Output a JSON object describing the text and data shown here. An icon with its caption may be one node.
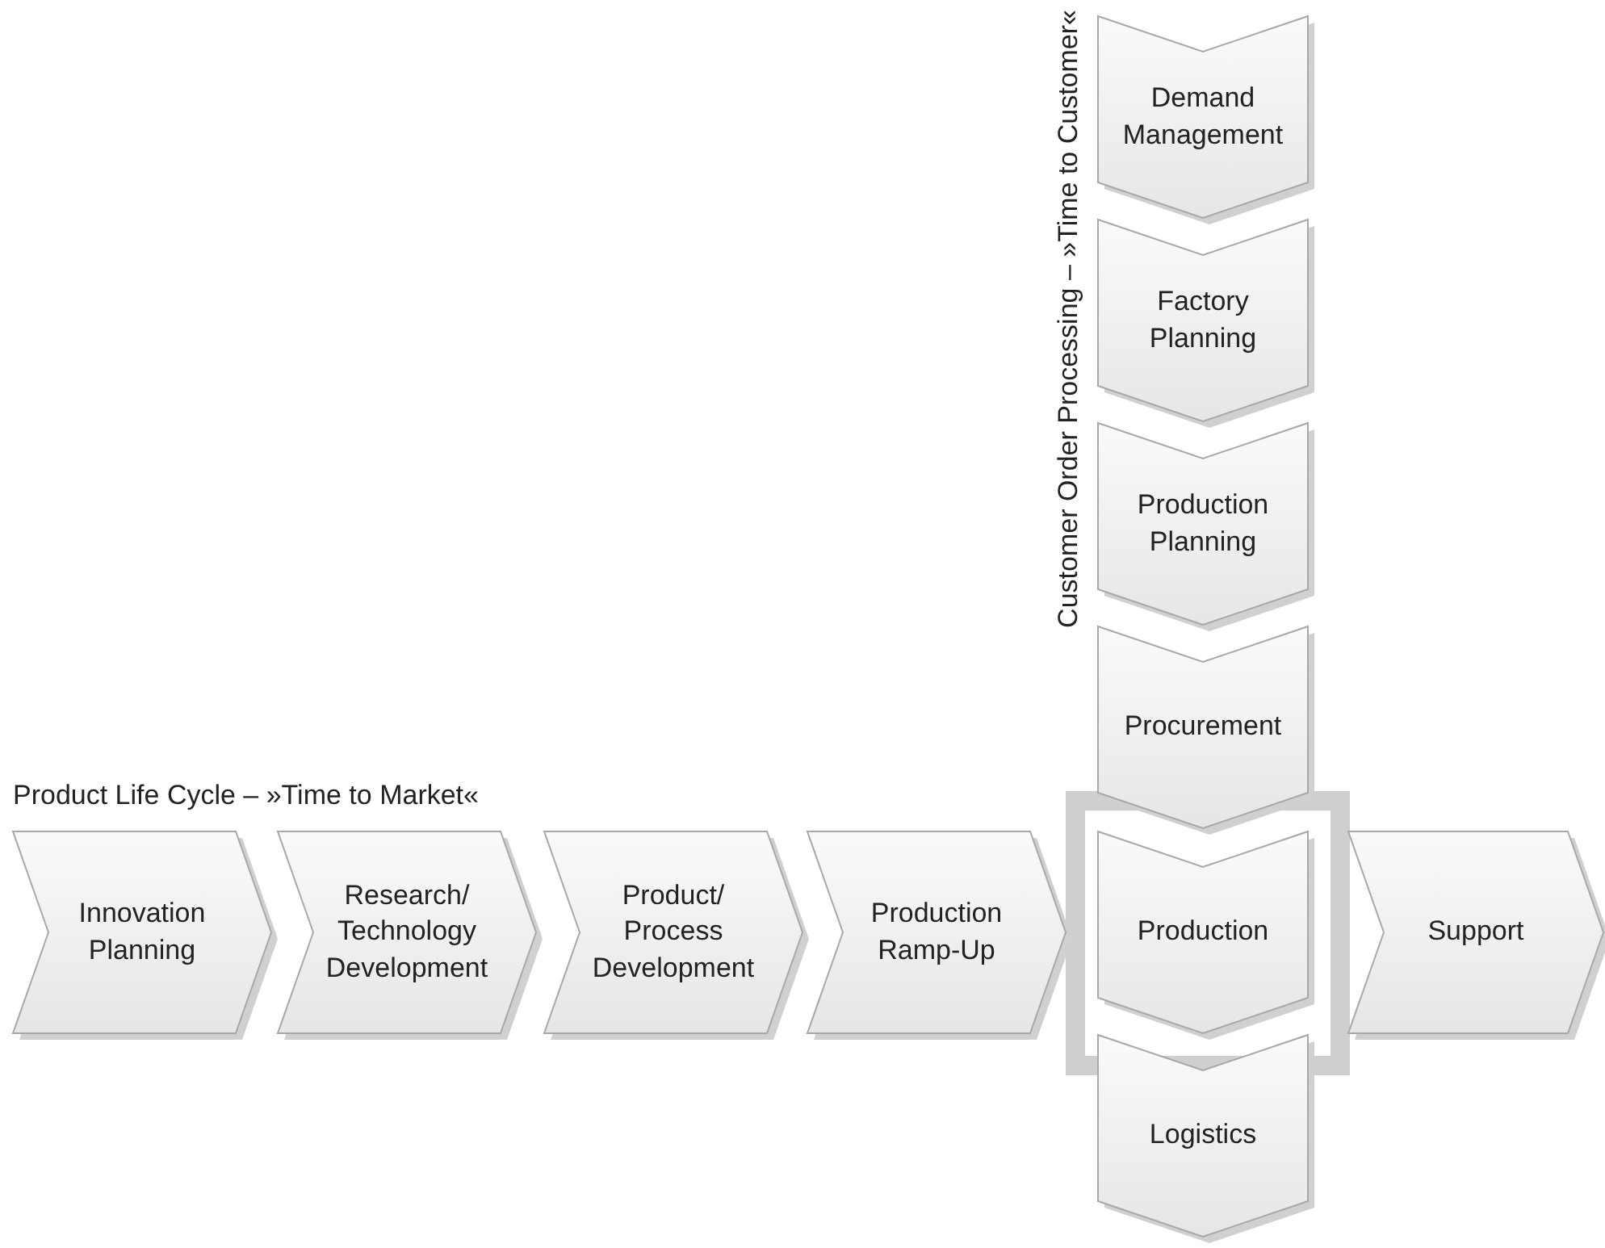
{
  "diagram": {
    "nodes": [
      {
        "text": [
          "Innovation Planning"
        ]
      },
      {
        "text": [
          "Research/ Technology Development"
        ]
      },
      {
        "text": [
          "Product/ Process Development"
        ]
      },
      {
        "text": [
          "Production Ramp-Up"
        ]
      },
      {
        "text": [
          "Production"
        ]
      },
      {
        "text": [
          "Support"
        ]
      },
      {
        "text": [
          "Demand Management"
        ]
      },
      {
        "text": [
          "Factory Planning"
        ]
      },
      {
        "text": [
          "Production Planning"
        ]
      },
      {
        "text": [
          "Procurement"
        ]
      },
      {
        "text": [
          "Logistics"
        ]
      }
    ],
    "labels": [
      "Customer Order Processing – »Time to Customer«",
      "Product Life Cycle – »Time to Market«"
    ]
  }
}
